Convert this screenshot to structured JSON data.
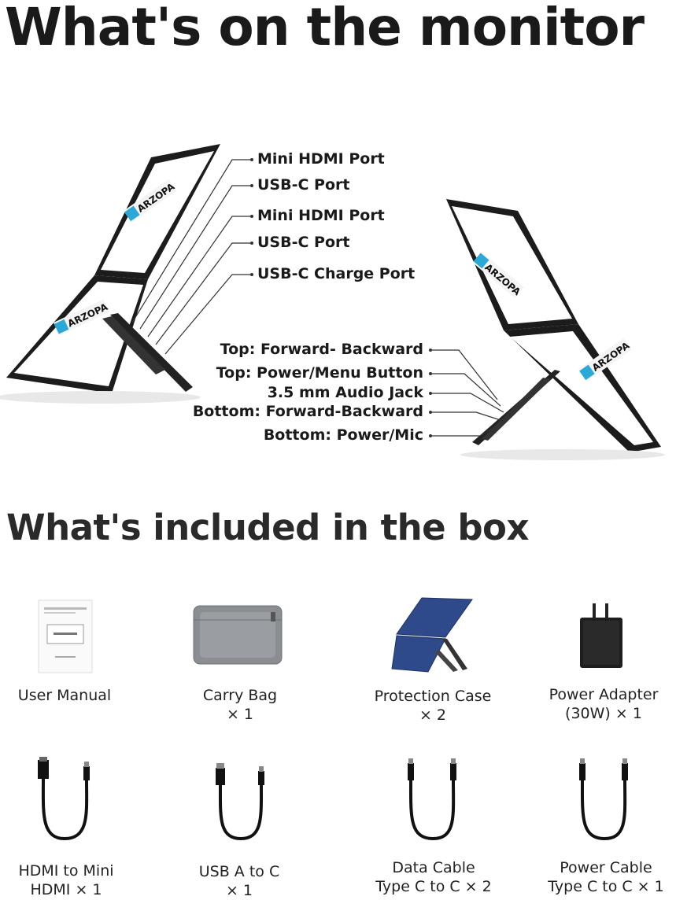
{
  "sections": {
    "monitor_title": "What's on the monitor",
    "box_title": "What's included in the box"
  },
  "ports_left": [
    "Mini HDMI Port",
    "USB-C Port",
    "Mini HDMI Port",
    "USB-C Port",
    "USB-C Charge Port"
  ],
  "ports_right": [
    "Top: Forward- Backward",
    "Top: Power/Menu Button",
    "3.5 mm Audio Jack",
    "Bottom: Forward-Backward",
    "Bottom: Power/Mic"
  ],
  "items": [
    {
      "line1": "User Manual",
      "line2": "",
      "icon": "manual-icon"
    },
    {
      "line1": "Carry Bag",
      "line2": "× 1",
      "icon": "bag-icon"
    },
    {
      "line1": "Protection Case",
      "line2": "× 2",
      "icon": "case-icon"
    },
    {
      "line1": "Power Adapter",
      "line2": "(30W) × 1",
      "icon": "adapter-icon"
    },
    {
      "line1": "HDMI to Mini",
      "line2": "HDMI × 1",
      "icon": "hdmi-cable-icon"
    },
    {
      "line1": "USB A to C",
      "line2": "× 1",
      "icon": "usb-a-cable-icon"
    },
    {
      "line1": "Data Cable",
      "line2": "Type C to C × 2",
      "icon": "data-cable-icon"
    },
    {
      "line1": "Power Cable",
      "line2": "Type C to C × 1",
      "icon": "power-cable-icon"
    }
  ],
  "colors": {
    "case_blue": "#2f4a8a",
    "bag_gray": "#8a8d92",
    "frame": "#1c1c1c"
  }
}
